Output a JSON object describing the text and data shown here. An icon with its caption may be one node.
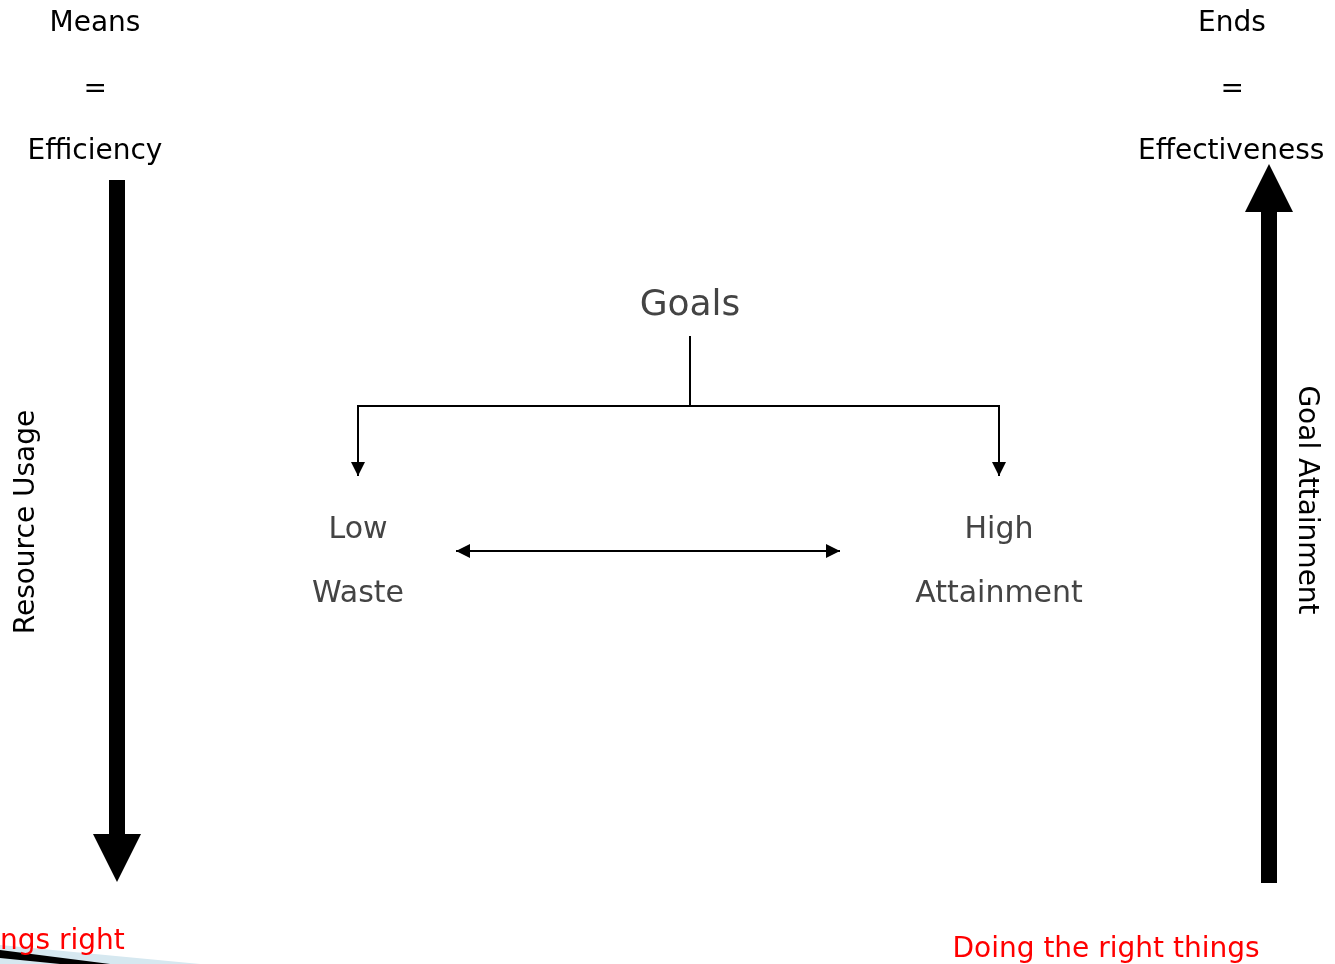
{
  "diagram": {
    "nodes": [
      {
        "text": [
          "Goals"
        ]
      },
      {
        "text": [
          "Low Waste"
        ]
      },
      {
        "text": [
          "High Attainment"
        ]
      }
    ],
    "edges": [
      {
        "from": 0,
        "to": 1,
        "arrow": "to"
      },
      {
        "from": 0,
        "to": 2,
        "arrow": "to"
      },
      {
        "from": 1,
        "to": 2,
        "arrow": "both"
      }
    ],
    "labels": [
      "Means",
      "=",
      "Efficiency",
      "Ends",
      "=",
      "Effectiveness",
      "Resource Usage",
      "Goal Attainment",
      "ngs right",
      "Doing the right things"
    ]
  }
}
